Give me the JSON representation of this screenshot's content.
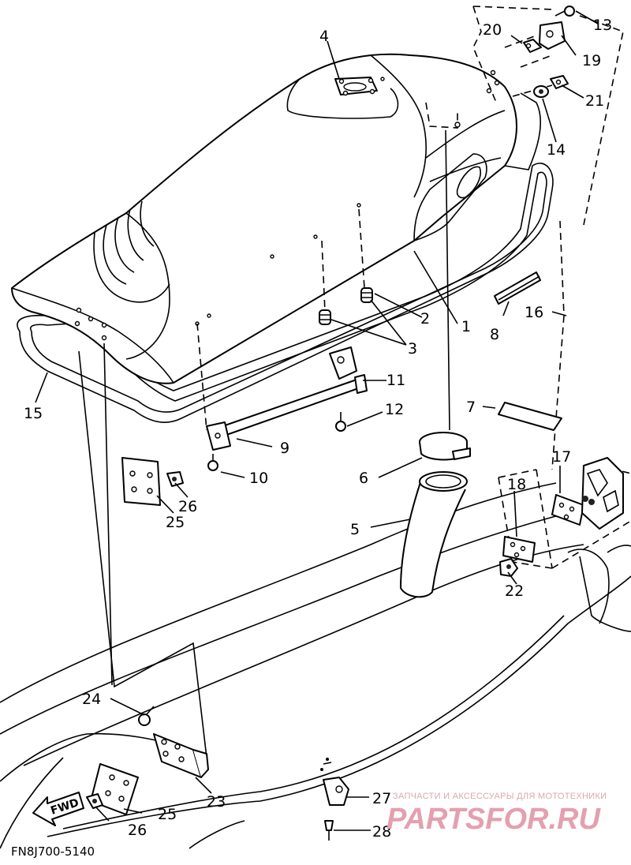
{
  "diagram": {
    "part_labels": [
      {
        "id": "1",
        "text": "1"
      },
      {
        "id": "2",
        "text": "2"
      },
      {
        "id": "3",
        "text": "3"
      },
      {
        "id": "4",
        "text": "4"
      },
      {
        "id": "5",
        "text": "5"
      },
      {
        "id": "6",
        "text": "6"
      },
      {
        "id": "7",
        "text": "7"
      },
      {
        "id": "8",
        "text": "8"
      },
      {
        "id": "9",
        "text": "9"
      },
      {
        "id": "10",
        "text": "10"
      },
      {
        "id": "11",
        "text": "11"
      },
      {
        "id": "12",
        "text": "12"
      },
      {
        "id": "13",
        "text": "13"
      },
      {
        "id": "14",
        "text": "14"
      },
      {
        "id": "15",
        "text": "15"
      },
      {
        "id": "16",
        "text": "16"
      },
      {
        "id": "17",
        "text": "17"
      },
      {
        "id": "18",
        "text": "18"
      },
      {
        "id": "19",
        "text": "19"
      },
      {
        "id": "20",
        "text": "20"
      },
      {
        "id": "21",
        "text": "21"
      },
      {
        "id": "22",
        "text": "22"
      },
      {
        "id": "23",
        "text": "23"
      },
      {
        "id": "24",
        "text": "24"
      },
      {
        "id": "25a",
        "text": "25"
      },
      {
        "id": "25b",
        "text": "25"
      },
      {
        "id": "26a",
        "text": "26"
      },
      {
        "id": "26b",
        "text": "26"
      },
      {
        "id": "27",
        "text": "27"
      },
      {
        "id": "28",
        "text": "28"
      }
    ],
    "direction_arrow": "FWD",
    "drawing_code": "FN8J700-5140"
  },
  "watermark": {
    "tagline": "ЗАПЧАСТИ И АКСЕССУАРЫ ДЛЯ МОТОТЕХНИКИ",
    "logo": "PARTSFOR.RU",
    "color": "#e4a0ae"
  }
}
